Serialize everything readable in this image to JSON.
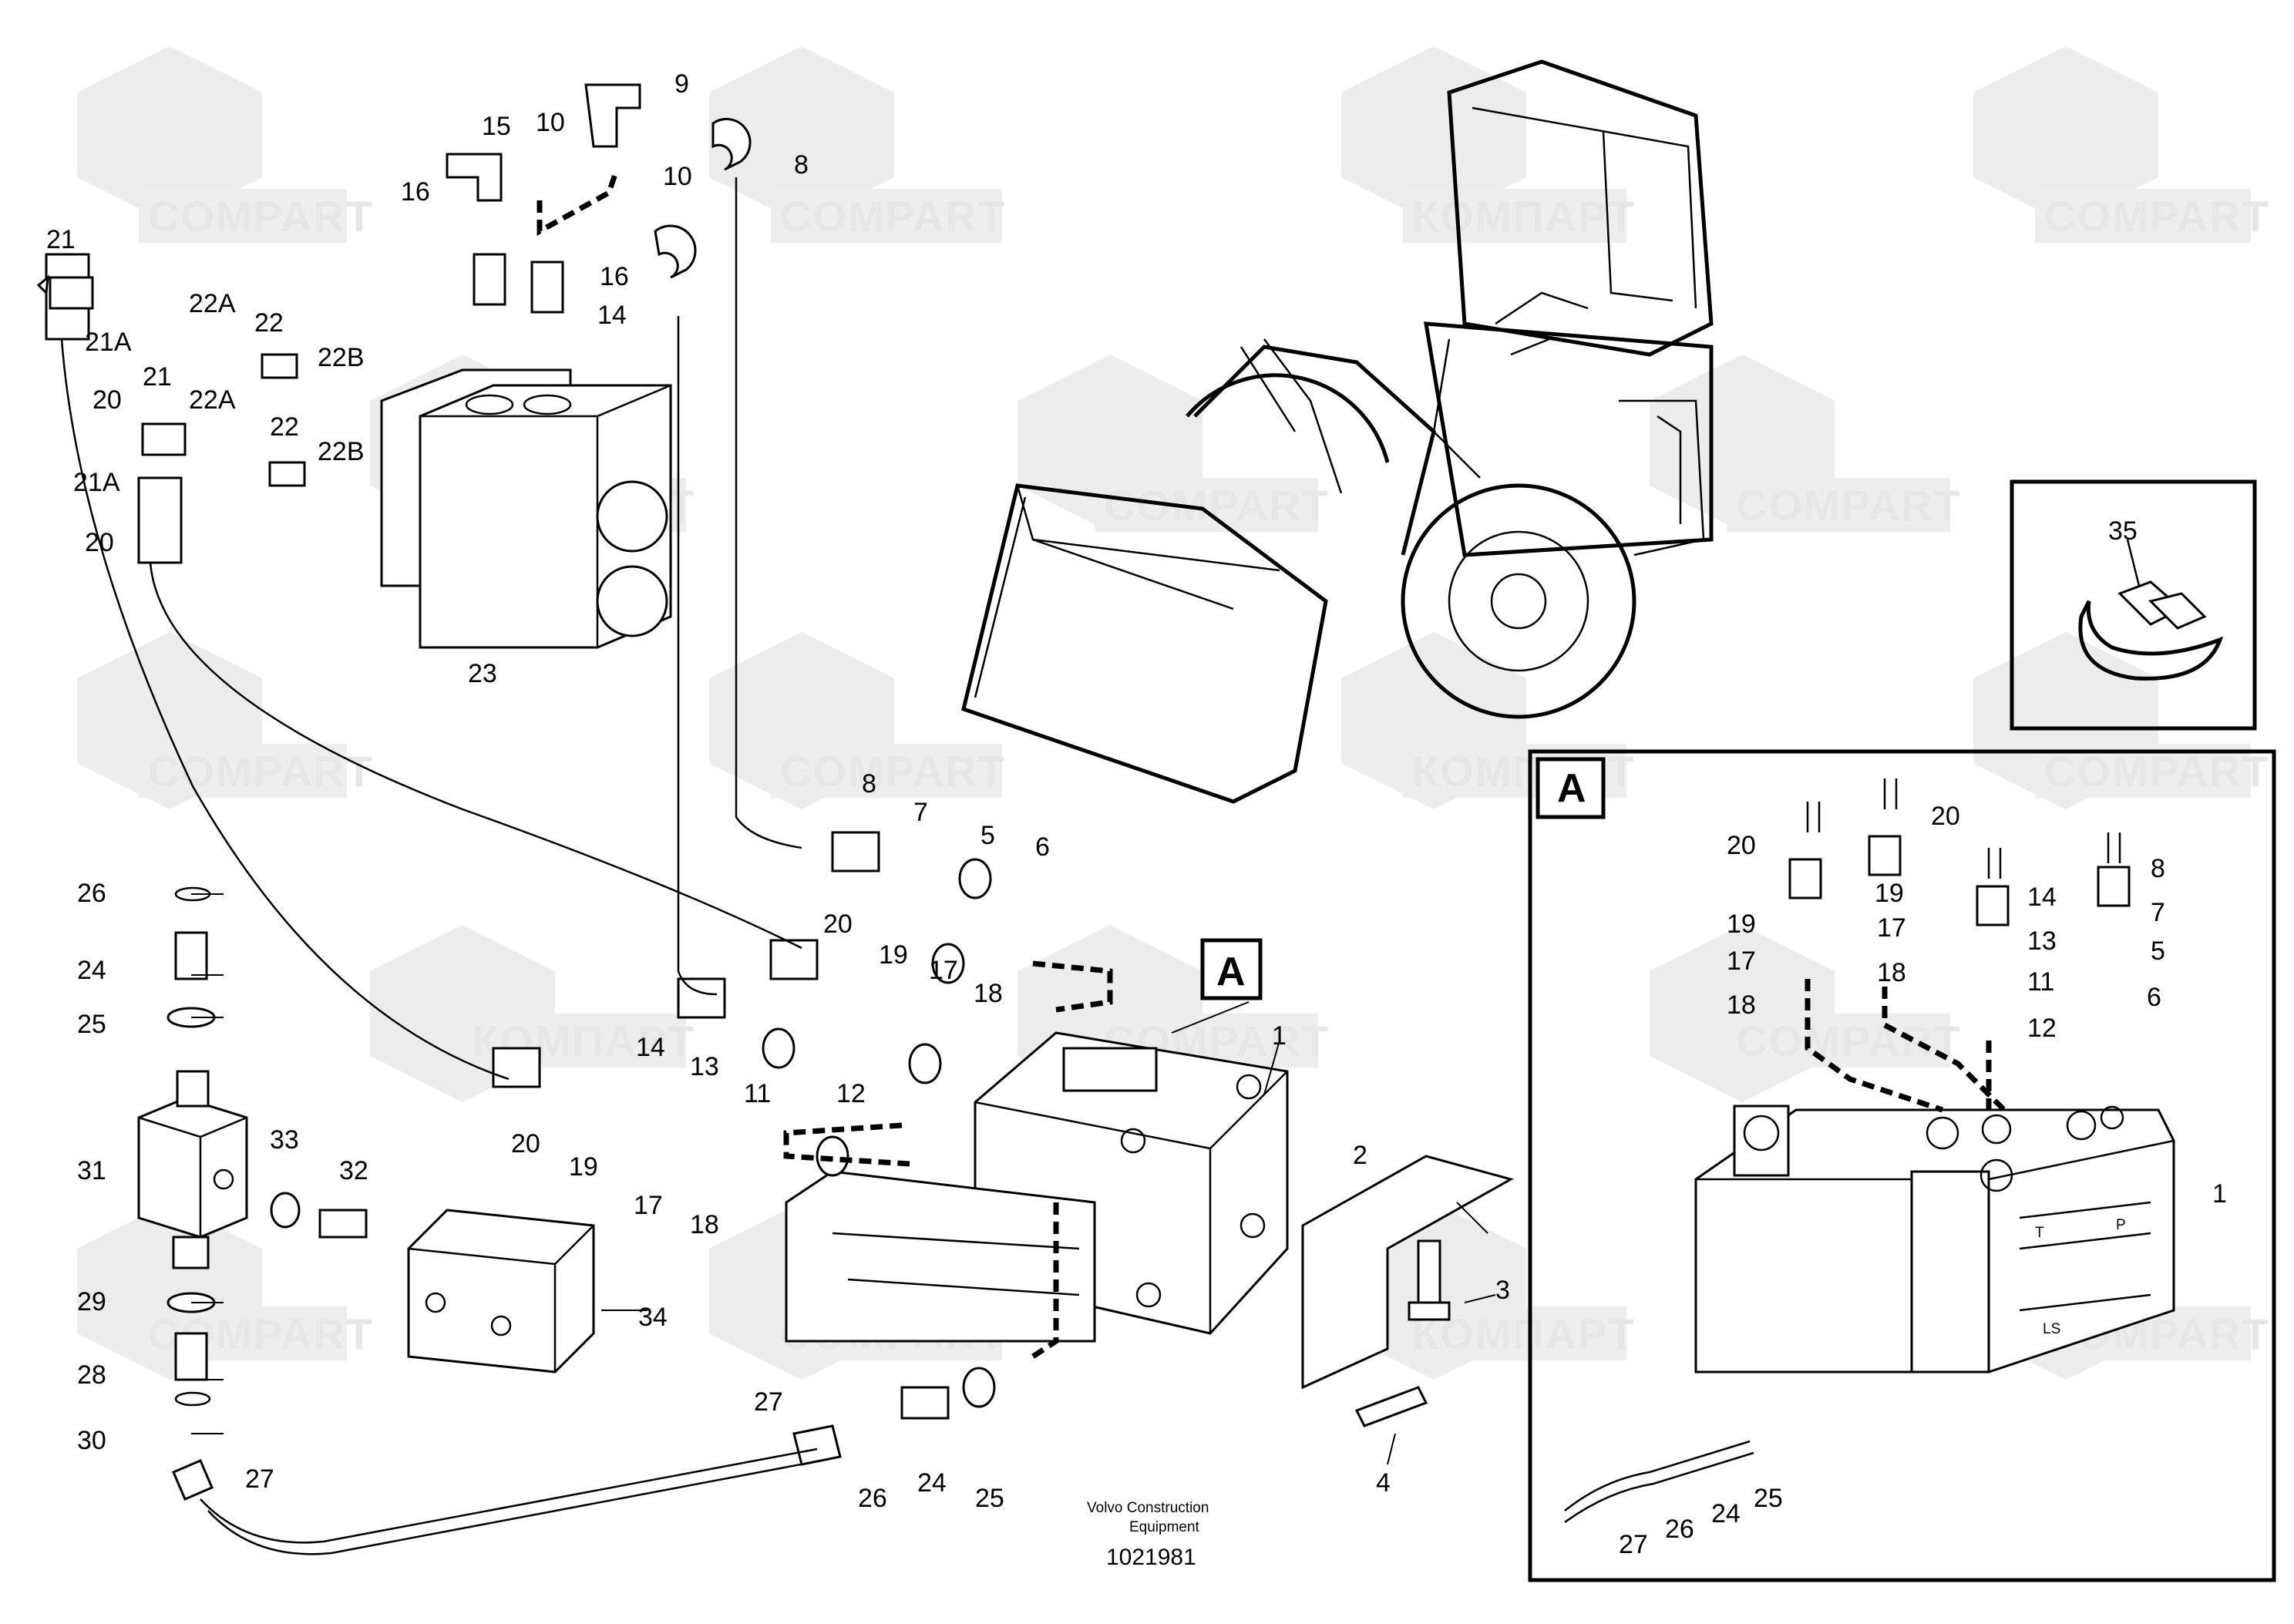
{
  "watermarks": {
    "latin": "COMPART",
    "cyrillic": "КОМПАРТ"
  },
  "detail_box": {
    "label": "A"
  },
  "view_label": "A",
  "main_callouts": {
    "c1": "1",
    "c2": "2",
    "c3": "3",
    "c4": "4",
    "c5": "5",
    "c6": "6",
    "c7": "7",
    "c8a": "8",
    "c8b": "8",
    "c9": "9",
    "c10a": "10",
    "c10b": "10",
    "c11": "11",
    "c12": "12",
    "c13": "13",
    "c14a": "14",
    "c14b": "14",
    "c15": "15",
    "c16a": "16",
    "c16b": "16",
    "c17a": "17",
    "c17b": "17",
    "c18a": "18",
    "c18b": "18",
    "c19a": "19",
    "c19b": "19",
    "c20a": "20",
    "c20b": "20",
    "c20c": "20",
    "c20d": "20",
    "c21a": "21",
    "c21b": "21",
    "c21Aa": "21A",
    "c21Ab": "21A",
    "c22a": "22",
    "c22b": "22",
    "c22Aa": "22A",
    "c22Ab": "22A",
    "c22Ba": "22B",
    "c22Bb": "22B",
    "c23": "23",
    "c24a": "24",
    "c24b": "24",
    "c25a": "25",
    "c25b": "25",
    "c26a": "26",
    "c26b": "26",
    "c27a": "27",
    "c27b": "27",
    "c28": "28",
    "c29": "29",
    "c30": "30",
    "c31": "31",
    "c32": "32",
    "c33": "33",
    "c34": "34",
    "c35": "35"
  },
  "detail_callouts": {
    "d20a": "20",
    "d20b": "20",
    "d19a": "19",
    "d19b": "19",
    "d17a": "17",
    "d17b": "17",
    "d18a": "18",
    "d18b": "18",
    "d14": "14",
    "d13": "13",
    "d11": "11",
    "d12": "12",
    "d8": "8",
    "d7": "7",
    "d5": "5",
    "d6": "6",
    "d1": "1",
    "d27": "27",
    "d26": "26",
    "d24": "24",
    "d25": "25"
  },
  "valve_markings": {
    "t": "T",
    "p": "P",
    "ls": "LS"
  },
  "footer": {
    "brand_line1": "Volvo Construction",
    "brand_line2": "Equipment",
    "doc_number": "1021981"
  }
}
